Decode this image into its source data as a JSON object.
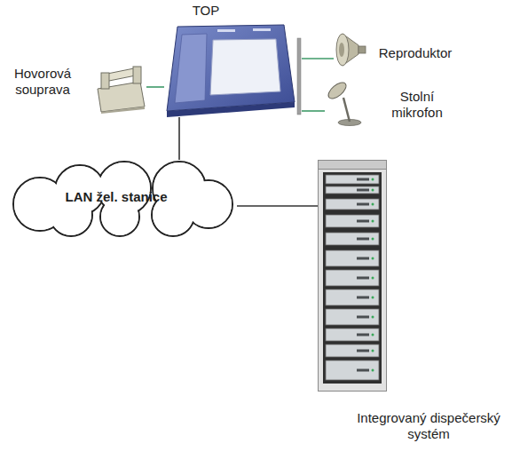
{
  "diagram": {
    "nodes": [
      {
        "text": [
          "TOP"
        ]
      },
      {
        "text": [
          "Hovorová souprava"
        ]
      },
      {
        "text": [
          "Reproduktor"
        ]
      },
      {
        "text": [
          "Stolní mikrofon"
        ]
      },
      {
        "text": [
          "LAN žel. stanice"
        ]
      },
      {
        "text": [
          "Integrovaný dispečerský systém"
        ]
      }
    ],
    "edges": [
      {
        "from": 1,
        "to": 0,
        "arrow": "none"
      },
      {
        "from": 0,
        "to": 2,
        "arrow": "none"
      },
      {
        "from": 0,
        "to": 3,
        "arrow": "none"
      },
      {
        "from": 0,
        "to": 4,
        "arrow": "none"
      },
      {
        "from": 4,
        "to": 5,
        "arrow": "none"
      }
    ]
  }
}
